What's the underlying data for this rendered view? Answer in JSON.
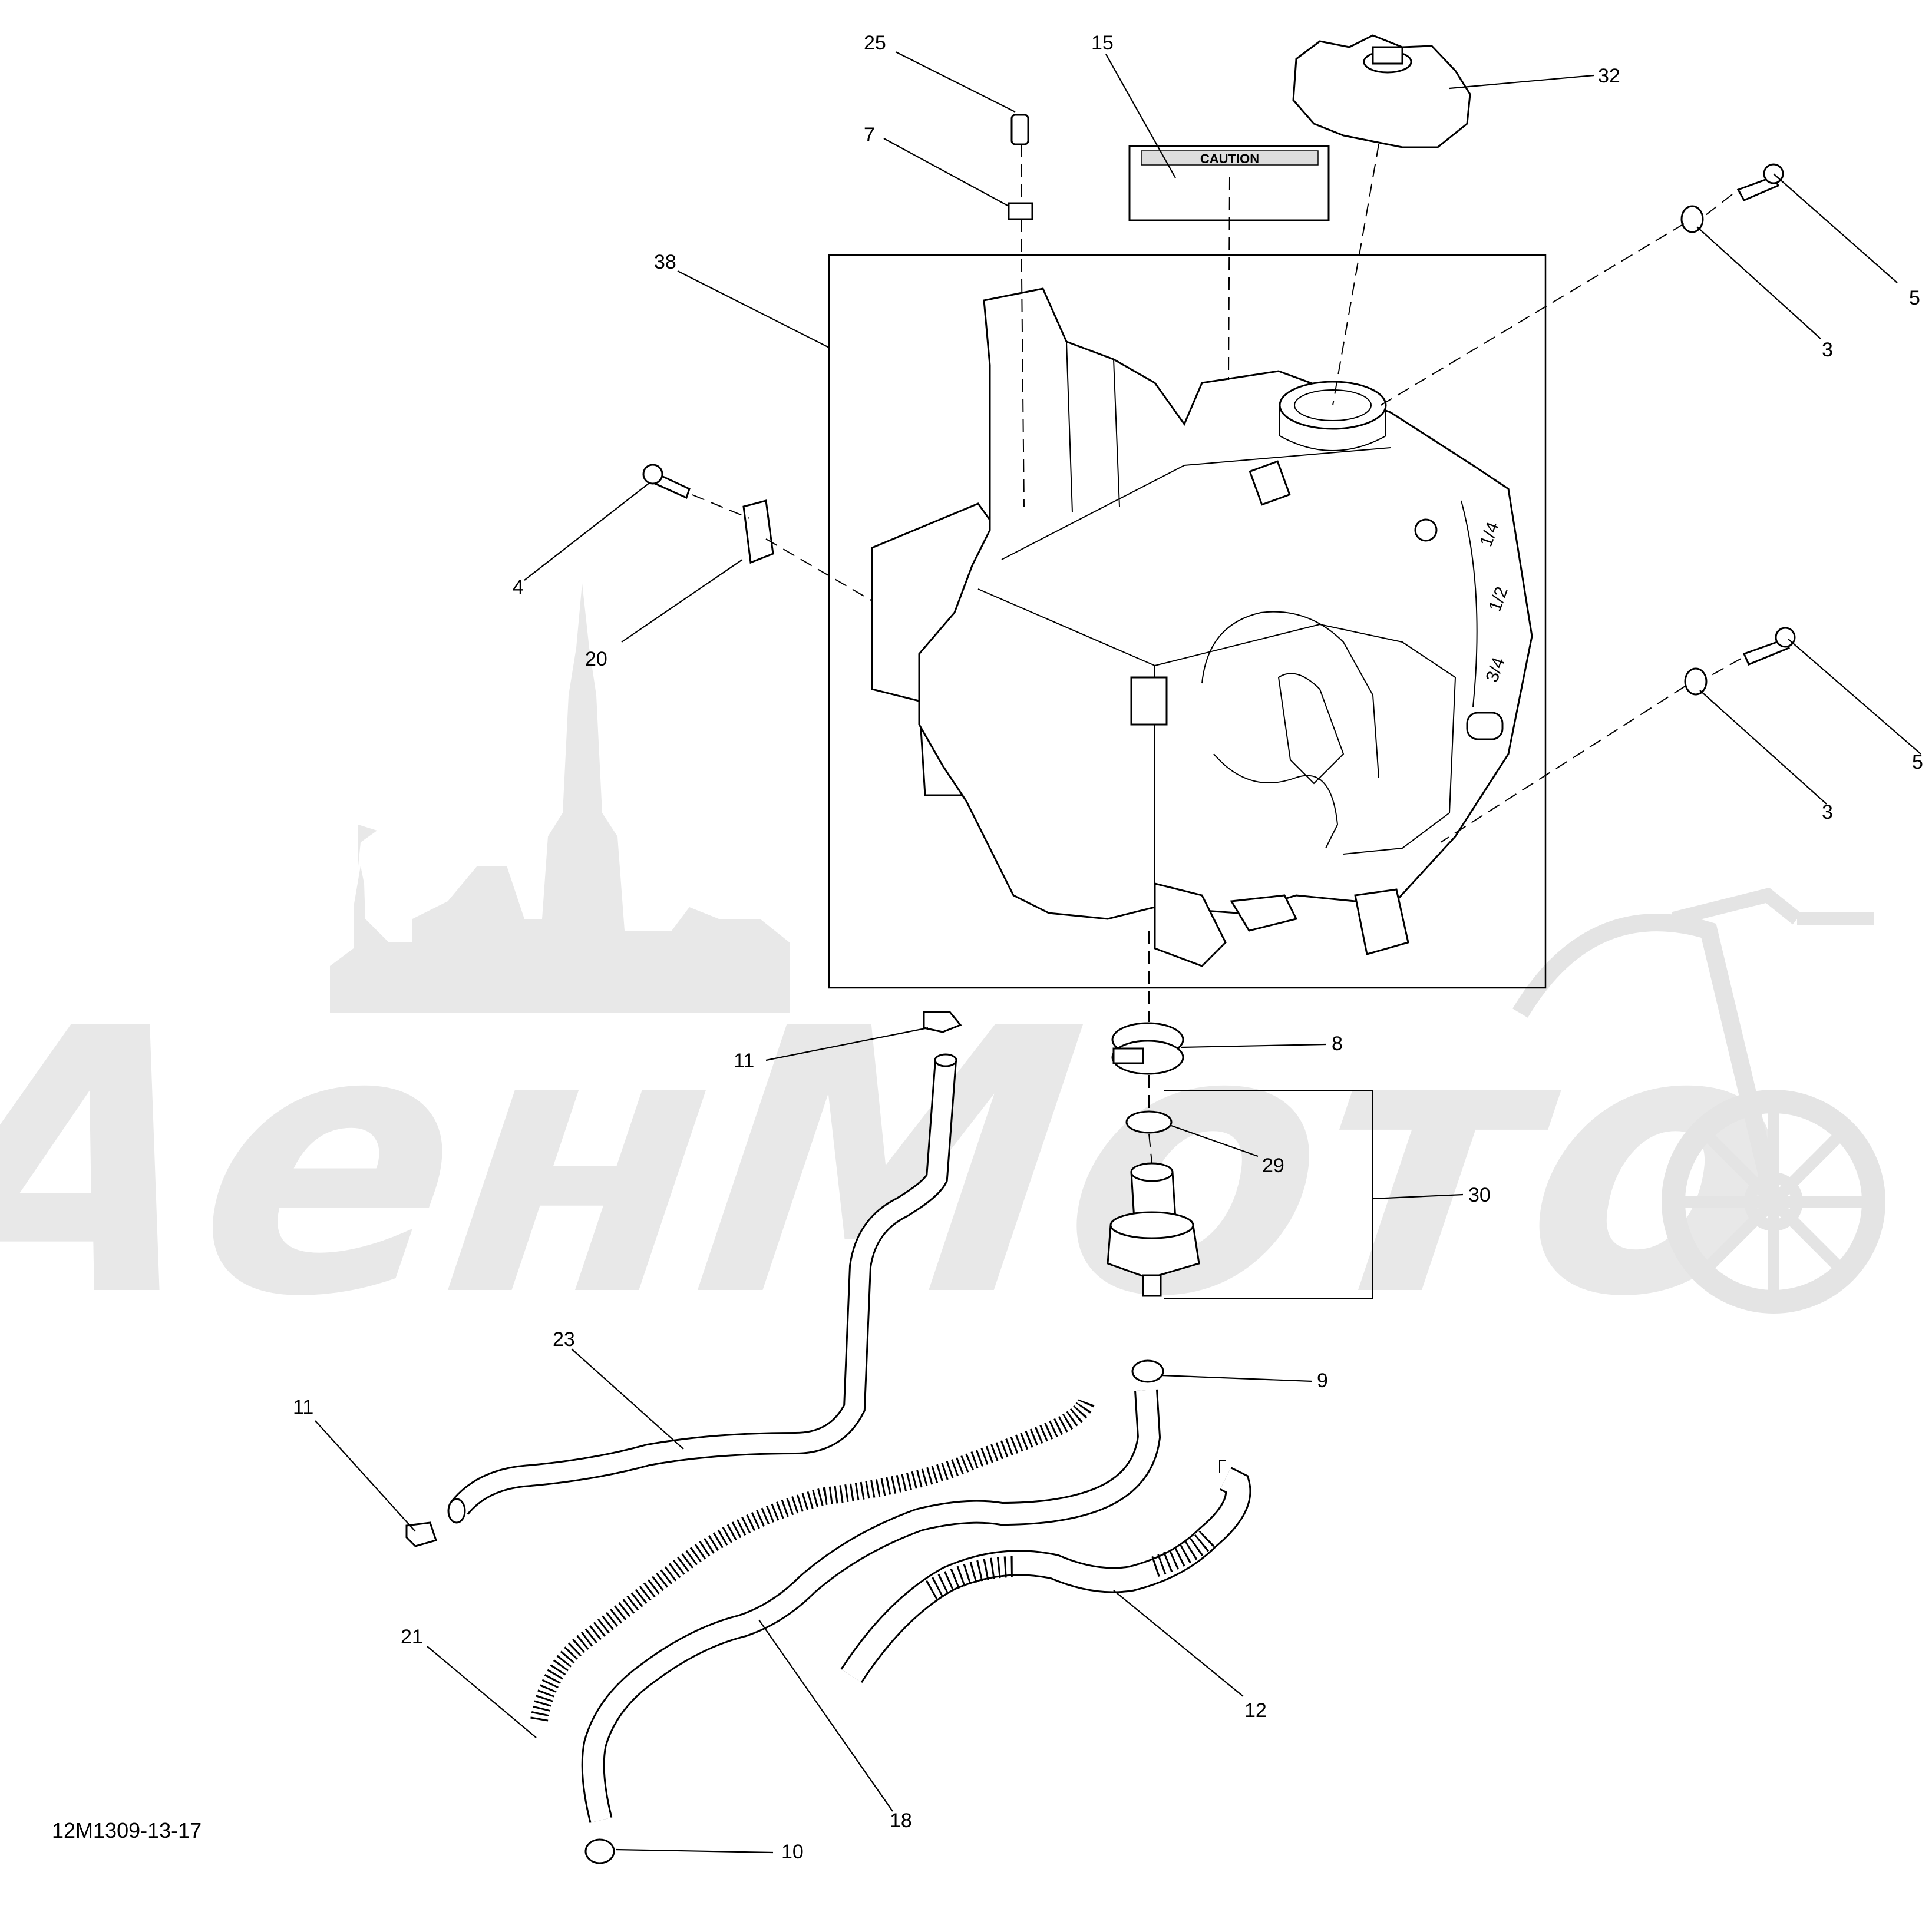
{
  "diagram": {
    "drawing_number": "12M1309-13-17",
    "caution_label_text": "CAUTION",
    "fuel_gauge_marks": [
      "1/4",
      "1/2",
      "3/4"
    ],
    "watermark_text": "АенМото",
    "callouts": {
      "c25": "25",
      "c7": "7",
      "c15": "15",
      "c32": "32",
      "c38": "38",
      "c5a": "5",
      "c3a": "3",
      "c4": "4",
      "c20": "20",
      "c5b": "5",
      "c3b": "3",
      "c11a": "11",
      "c8": "8",
      "c29": "29",
      "c30": "30",
      "c23": "23",
      "c9": "9",
      "c11b": "11",
      "c21": "21",
      "c12": "12",
      "c18": "18",
      "c10": "10"
    }
  }
}
